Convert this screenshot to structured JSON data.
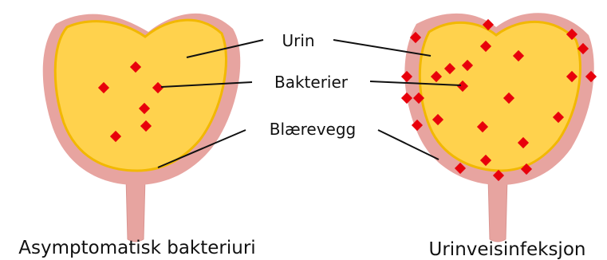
{
  "labels": {
    "urin": "Urin",
    "bakterier": "Bakterier",
    "blaerevegg": "Blærevegg"
  },
  "captions": {
    "left": "Asymptomatisk bakteriuri",
    "right": "Urinveisinfeksjon"
  },
  "colors": {
    "urine": "#FFD24D",
    "urine_border": "#F2B800",
    "bladder_wall": "#E7A4A0",
    "bladder_wall_inner": "#D98C88",
    "bacteria": "#E8000B",
    "leader_line": "#111111"
  }
}
